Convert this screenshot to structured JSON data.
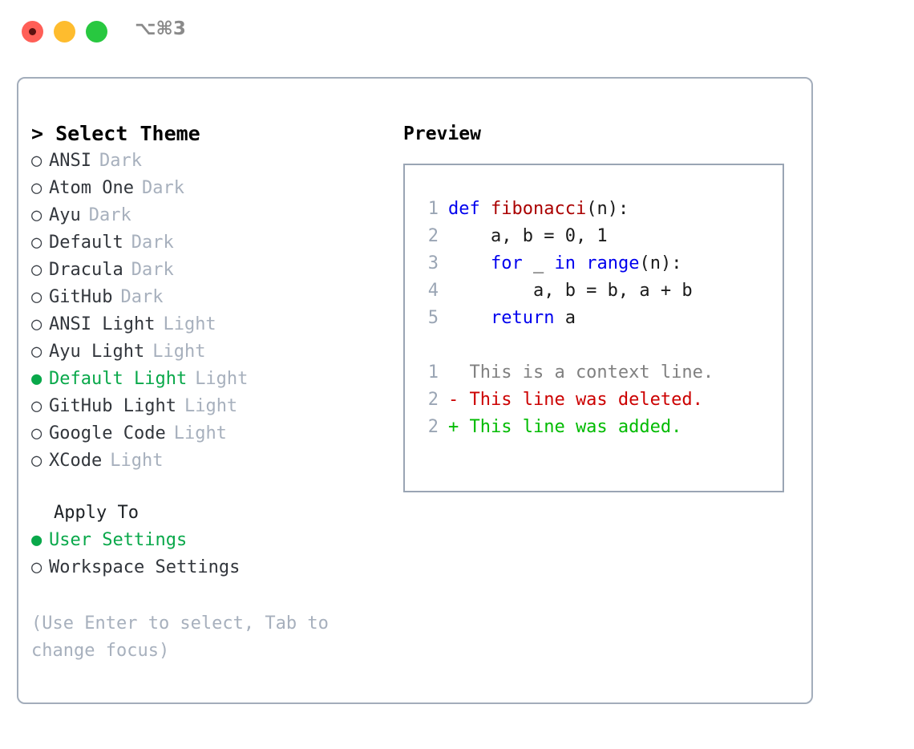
{
  "window": {
    "shortcut": "⌥⌘3",
    "traffic_lights": [
      {
        "name": "close-button",
        "color": "#ff5f57"
      },
      {
        "name": "minimize-button",
        "color": "#febc2e"
      },
      {
        "name": "maximize-button",
        "color": "#28c840"
      }
    ]
  },
  "theme_picker": {
    "header": "> Select Theme",
    "items": [
      {
        "marker": "○",
        "name": "ANSI",
        "tag": "Dark",
        "selected": false
      },
      {
        "marker": "○",
        "name": "Atom One",
        "tag": "Dark",
        "selected": false
      },
      {
        "marker": "○",
        "name": "Ayu",
        "tag": "Dark",
        "selected": false
      },
      {
        "marker": "○",
        "name": "Default",
        "tag": "Dark",
        "selected": false
      },
      {
        "marker": "○",
        "name": "Dracula",
        "tag": "Dark",
        "selected": false
      },
      {
        "marker": "○",
        "name": "GitHub",
        "tag": "Dark",
        "selected": false
      },
      {
        "marker": "○",
        "name": "ANSI Light",
        "tag": "Light",
        "selected": false
      },
      {
        "marker": "○",
        "name": "Ayu Light",
        "tag": "Light",
        "selected": false
      },
      {
        "marker": "●",
        "name": "Default Light",
        "tag": "Light",
        "selected": true
      },
      {
        "marker": "○",
        "name": "GitHub Light",
        "tag": "Light",
        "selected": false
      },
      {
        "marker": "○",
        "name": "Google Code",
        "tag": "Light",
        "selected": false
      },
      {
        "marker": "○",
        "name": "XCode",
        "tag": "Light",
        "selected": false
      }
    ]
  },
  "apply_to": {
    "header": "Apply To",
    "options": [
      {
        "marker": "●",
        "label": "User Settings",
        "selected": true
      },
      {
        "marker": "○",
        "label": "Workspace Settings",
        "selected": false
      }
    ]
  },
  "hint": "(Use Enter to select, Tab to change focus)",
  "preview": {
    "header": "Preview",
    "code_lines": [
      {
        "number": "1",
        "tokens": [
          {
            "text": "def ",
            "type": "kw"
          },
          {
            "text": "fibonacci",
            "type": "fn"
          },
          {
            "text": "(n):",
            "type": "plain"
          }
        ]
      },
      {
        "number": "2",
        "tokens": [
          {
            "text": "    a, b = 0, 1",
            "type": "plain"
          }
        ]
      },
      {
        "number": "3",
        "tokens": [
          {
            "text": "    ",
            "type": "plain"
          },
          {
            "text": "for",
            "type": "kw"
          },
          {
            "text": " _ ",
            "type": "plain"
          },
          {
            "text": "in",
            "type": "kw"
          },
          {
            "text": " ",
            "type": "plain"
          },
          {
            "text": "range",
            "type": "kw"
          },
          {
            "text": "(n):",
            "type": "plain"
          }
        ]
      },
      {
        "number": "4",
        "tokens": [
          {
            "text": "        a, b = b, a + b",
            "type": "plain"
          }
        ]
      },
      {
        "number": "5",
        "tokens": [
          {
            "text": "    ",
            "type": "plain"
          },
          {
            "text": "return",
            "type": "kw"
          },
          {
            "text": " a",
            "type": "plain"
          }
        ]
      }
    ],
    "diff_lines": [
      {
        "number": "1",
        "tokens": [
          {
            "text": "  This is a context line.",
            "type": "ctx"
          }
        ]
      },
      {
        "number": "2",
        "tokens": [
          {
            "text": "- This line was deleted.",
            "type": "del"
          }
        ]
      },
      {
        "number": "2",
        "tokens": [
          {
            "text": "+ This line was added.",
            "type": "add"
          }
        ]
      }
    ]
  },
  "colors": {
    "accent_green": "#09a84a",
    "muted": "#a7b0bd",
    "border": "#9aa5b4",
    "keyword": "#0000ee",
    "function": "#aa0000",
    "diff_delete": "#cc0000",
    "diff_add": "#00bb00"
  }
}
